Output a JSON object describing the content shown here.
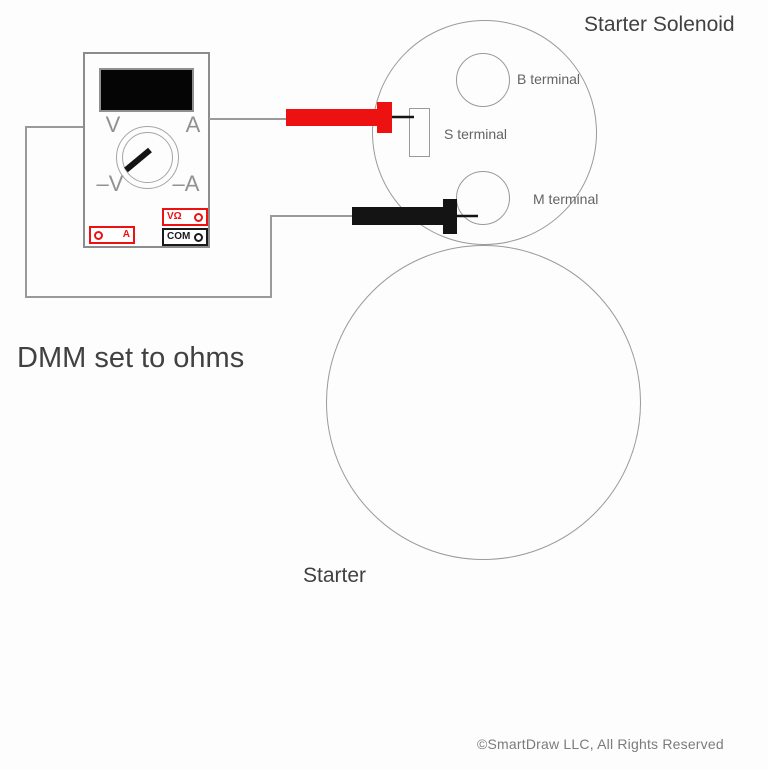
{
  "labels": {
    "starter_solenoid": "Starter Solenoid",
    "b_terminal": "B terminal",
    "s_terminal": "S terminal",
    "m_terminal": "M terminal",
    "dmm_caption": "DMM set to ohms",
    "starter": "Starter",
    "copyright": "©SmartDraw LLC, All Rights Reserved"
  },
  "multimeter": {
    "dial_labels": {
      "top_left": "V",
      "top_right": "A",
      "bottom_left": "–V",
      "bottom_right": "–A"
    },
    "jacks": {
      "volt_ohm": "VΩ",
      "com": "COM",
      "amp": "A"
    }
  },
  "colors": {
    "probe_red": "#ee1111",
    "probe_black": "#141414",
    "wire": "#9a9a9a",
    "outline": "#9a9a9a",
    "device_border": "#8c8c8c",
    "title_text": "#414142",
    "small_text": "#636465",
    "copyright_text": "#7a7b7c",
    "background": "#fdfdfd"
  }
}
